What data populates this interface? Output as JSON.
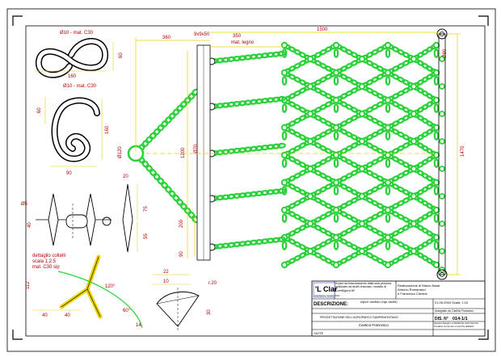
{
  "colors": {
    "chain": "#2bd13a",
    "dimension": "#e8d200",
    "dim_text": "#b00000",
    "frame": "#000000",
    "logo_bg": "#ffffff",
    "logo_text": "#0a2aa8"
  },
  "dims": {
    "d360": "360",
    "d350": "350",
    "d1500": "1500",
    "mat_legno": "mat. legno",
    "beam": "9x9x50",
    "d1200": "1200",
    "d1470": "1470",
    "d120": "Ø120",
    "d70": "Ø70",
    "d80": "Ø80",
    "d200": "200",
    "d90": "90",
    "fig_s_label": "Ø10 - mat. C30",
    "fig_s_h": "60",
    "fig_s_w": "160",
    "fig_g_label": "Ø10 - mat. C30",
    "fig_g_h1": "60",
    "fig_g_h2": "160",
    "fig_g_w": "90",
    "ring_d": "Ø5",
    "ring_40": "40",
    "pin_20": "20",
    "pin_75": "75",
    "pin_55": "55",
    "detail_title": "dettaglio coltelli",
    "detail_scale": "scala 1:2.5",
    "detail_mat": "mat. C30 sip",
    "d_40a": "40",
    "d_40b": "40",
    "d_120deg": "120°",
    "d_60deg": "60°",
    "d_112": "112",
    "d_14": "14",
    "d_22": "22",
    "d_10": "10",
    "d_r20": "r.20",
    "d_30": "30"
  },
  "title_block": {
    "logo": "'L Clar",
    "logo_sub": "Associazione \"Giovanni Pello\"",
    "desc1": "Erpice da trascinamento dalla sola persona, realizzato ad anelli d'acciaio, modello di ComfAgrico AF",
    "desc2_1": "Realizzazione di Marco Assai",
    "desc2_2": "Antonio Romanazzi",
    "desc2_3": "e Francesco Cantino",
    "desc_label": "DESCRIZIONE:",
    "desc_value": "erpice snodato (erpi snodà)",
    "date_scale": "21.05.2004 Scala: 1:10",
    "assigned": "Assegnato da: Cantino Francesco",
    "project": "PROGETTAZIONE DELL'AGROPARCO SANPIEMONTANO",
    "author": "Cantino Francesco",
    "drawing_no_label": "DIS. N°",
    "drawing_no": "014-1/1",
    "note_small": "Questo disegno è distribuito sotto licenza Creative Commons a soli fini didattici.",
    "notes_label": "NOTE"
  }
}
